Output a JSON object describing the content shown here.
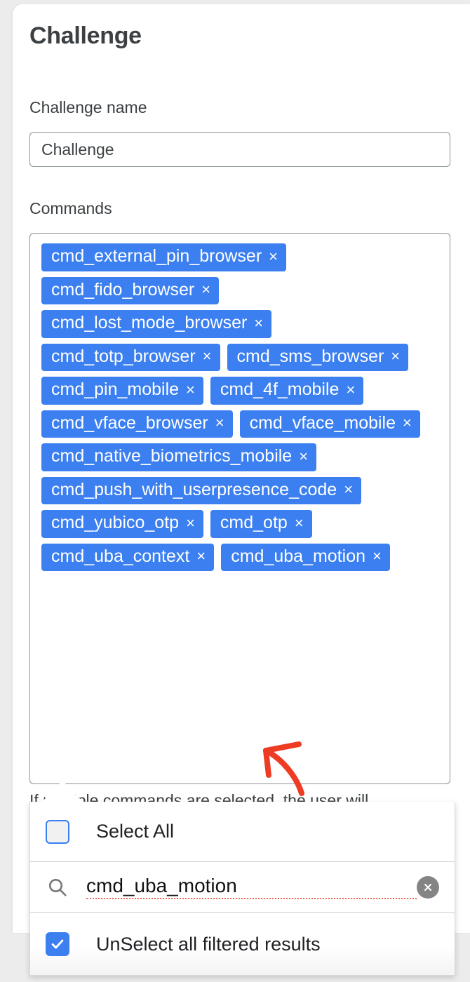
{
  "page": {
    "title": "Challenge"
  },
  "form": {
    "challenge_name_label": "Challenge name",
    "challenge_name_value": "Challenge",
    "challenge_name_placeholder": "Challenge",
    "commands_label": "Commands",
    "helper_text": "If multiple commands are selected, the user will"
  },
  "commands": {
    "chips": [
      {
        "label": "cmd_external_pin_browser",
        "remove": "×"
      },
      {
        "label": "cmd_fido_browser",
        "remove": "×"
      },
      {
        "label": "cmd_lost_mode_browser",
        "remove": "×"
      },
      {
        "label": "cmd_totp_browser",
        "remove": "×"
      },
      {
        "label": "cmd_sms_browser",
        "remove": "×"
      },
      {
        "label": "cmd_pin_mobile",
        "remove": "×"
      },
      {
        "label": "cmd_4f_mobile",
        "remove": "×"
      },
      {
        "label": "cmd_vface_browser",
        "remove": "×"
      },
      {
        "label": "cmd_vface_mobile",
        "remove": "×"
      },
      {
        "label": "cmd_native_biometrics_mobile",
        "remove": "×"
      },
      {
        "label": "cmd_push_with_userpresence_code",
        "remove": "×"
      },
      {
        "label": "cmd_yubico_otp",
        "remove": "×"
      },
      {
        "label": "cmd_otp",
        "remove": "×"
      },
      {
        "label": "cmd_uba_context",
        "remove": "×"
      },
      {
        "label": "cmd_uba_motion",
        "remove": "×"
      }
    ]
  },
  "dropdown": {
    "select_all_label": "Select All",
    "select_all_checked": false,
    "search_value": "cmd_uba_motion",
    "search_icon": "search-icon",
    "clear_icon": "clear-circle-icon",
    "unselect_label": "UnSelect all filtered results",
    "unselect_checked": true
  },
  "colors": {
    "chip_blue": "#3b7ff0",
    "accent_blue": "#3b7ff0",
    "annotation_red": "#ee3b23",
    "page_background": "#ececec",
    "card_background": "#ffffff",
    "border_gray": "#8a9396",
    "text_primary": "#3c4043"
  }
}
